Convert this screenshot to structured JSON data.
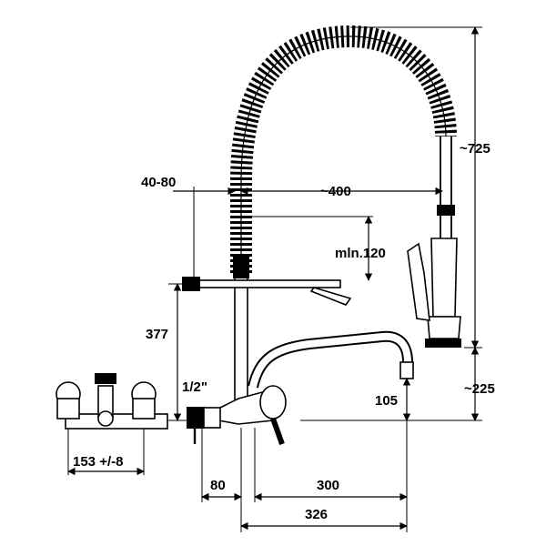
{
  "diagram": {
    "subject": "wall-mounted pre-rinse faucet with spring hose and swivel spout",
    "dimensions": {
      "total_height": "~725",
      "reach": "~400",
      "hose_clearance": "mln.120",
      "wall_adjust": "40-80",
      "spout_height": "377",
      "connection": "1/2\"",
      "outlet_height": "105",
      "bottom_height": "~225",
      "centres": "153 +/-8",
      "wall_offset": "80",
      "spout_reach": "300",
      "total_reach": "326"
    },
    "colors": {
      "line": "#000000",
      "background": "#ffffff"
    }
  }
}
